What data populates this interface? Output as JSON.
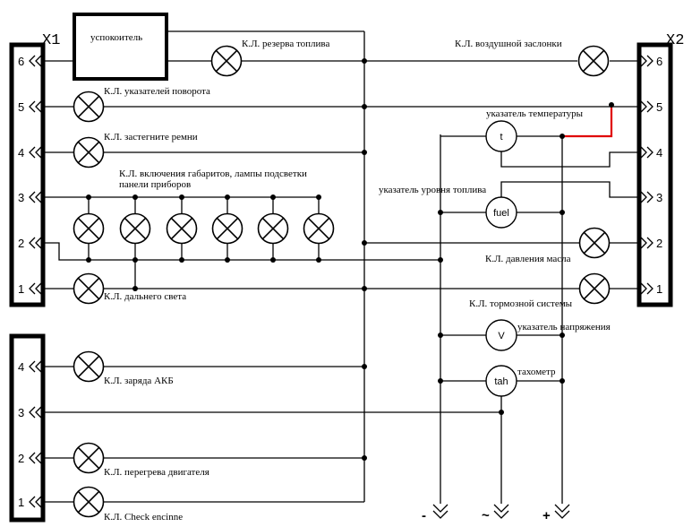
{
  "connectors": {
    "x1": {
      "name": "X1",
      "pins": [
        "6",
        "5",
        "4",
        "3",
        "2",
        "1"
      ]
    },
    "x2": {
      "name": "X2",
      "pins": [
        "6",
        "5",
        "4",
        "3",
        "2",
        "1"
      ]
    },
    "lower": {
      "pins": [
        "4",
        "3",
        "2",
        "1"
      ]
    }
  },
  "components": {
    "relay": "успокоитель"
  },
  "lamps": {
    "fuel_reserve": "К.Л. резерва топлива",
    "air_damper": "К.Л. воздушной заслонки",
    "turn_signals": "К.Л. указателей поворота",
    "seat_belts": "К.Л. застегните ремни",
    "parking_lights_line1": "К.Л. включения габаритов, лампы подсветки",
    "parking_lights_line2": "панели приборов",
    "oil_pressure": "К.Л. давления масла",
    "high_beam": "К.Л. дальнего света",
    "brake_system": "К.Л. тормозной системы",
    "battery_charge": "К.Л. заряда АКБ",
    "engine_overheat": "К.Л. перегрева двигателя",
    "check_engine": "К.Л. Check encinne"
  },
  "gauges": {
    "temperature": {
      "label": "указатель температуры",
      "glyph": "t"
    },
    "fuel_level": {
      "label": "указатель уровня топлива",
      "glyph": "fuel"
    },
    "voltage": {
      "label": "указатель напряжения",
      "glyph": "V"
    },
    "tachometer": {
      "label": "тахометр",
      "glyph": "tah"
    }
  },
  "terminals": {
    "minus": "-",
    "ac": "~",
    "plus": "+"
  },
  "colors": {
    "wire": "#000000",
    "highlight_wire": "#e00000"
  }
}
